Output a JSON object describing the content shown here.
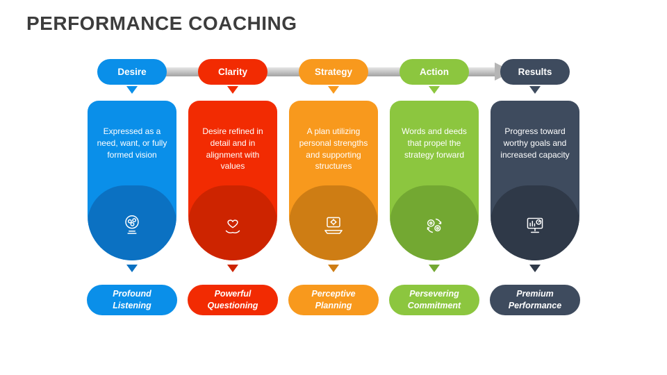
{
  "title": "PERFORMANCE COACHING",
  "arrow_color": "#b5b5b5",
  "columns": [
    {
      "label": "Desire",
      "description": "Expressed as a need, want, or fully formed vision",
      "footer": "Profound Listening",
      "color": "#0a8fe9",
      "dark_color": "#0b71c2",
      "icon": "mind-gears-icon"
    },
    {
      "label": "Clarity",
      "description": "Desire refined in detail and in alignment with values",
      "footer": "Powerful Questioning",
      "color": "#f22b02",
      "dark_color": "#cd2400",
      "icon": "hands-heart-icon"
    },
    {
      "label": "Strategy",
      "description": "A plan utilizing personal strengths and supporting structures",
      "footer": "Perceptive Planning",
      "color": "#f8991d",
      "dark_color": "#ce7d14",
      "icon": "laptop-gear-icon"
    },
    {
      "label": "Action",
      "description": "Words and deeds that propel the strategy forward",
      "footer": "Persevering Commitment",
      "color": "#8cc63f",
      "dark_color": "#73a832",
      "icon": "gears-arrows-icon"
    },
    {
      "label": "Results",
      "description": "Progress toward worthy goals and increased capacity",
      "footer": "Premium Performance",
      "color": "#3e4b5e",
      "dark_color": "#2f3948",
      "icon": "monitor-chart-icon"
    }
  ]
}
